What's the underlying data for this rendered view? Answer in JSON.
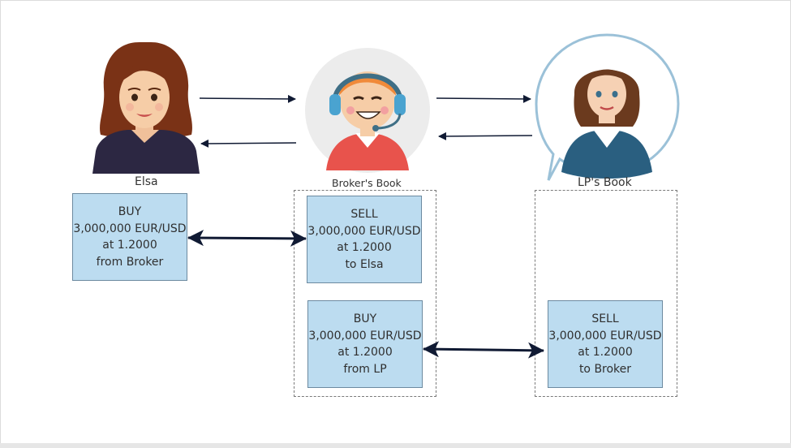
{
  "participants": {
    "elsa": "Elsa",
    "broker": "Broker's Book",
    "lp": "LP's Book"
  },
  "trades": {
    "elsa_buy": [
      "BUY",
      "3,000,000 EUR/USD",
      "at 1.2000",
      "from Broker"
    ],
    "broker_sell": [
      "SELL",
      "3,000,000 EUR/USD",
      "at 1.2000",
      "to Elsa"
    ],
    "broker_buy": [
      "BUY",
      "3,000,000 EUR/USD",
      "at 1.2000",
      "from LP"
    ],
    "lp_sell": [
      "SELL",
      "3,000,000 EUR/USD",
      "at 1.2000",
      "to Broker"
    ]
  },
  "colors": {
    "trade_fill": "#bcdcf0",
    "arrow": "#101a33"
  }
}
